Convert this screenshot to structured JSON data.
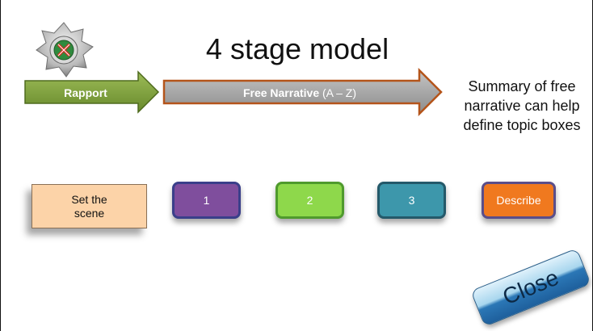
{
  "title": "4 stage model",
  "arrows": {
    "rapport": "Rapport",
    "free_narrative_bold": "Free Narrative",
    "free_narrative_rest": " (A – Z)"
  },
  "summary": "Summary of free narrative can help define topic boxes",
  "boxes": {
    "set_the_scene": "Set the scene",
    "topic1": "1",
    "topic2": "2",
    "topic3": "3",
    "describe": "Describe"
  },
  "close_label": "Close",
  "colors": {
    "rapport_green": "#7a9c3a",
    "narrative_grey": "#a6a6a6",
    "narrative_border": "#b4541a",
    "scene_peach": "#fcd3a8",
    "purple": "#7f4e9d",
    "green": "#8ed84b",
    "teal": "#3d97ab",
    "orange": "#f0791f",
    "badge_red": "#d52b1e",
    "badge_green": "#2f8a3e"
  },
  "icons": {
    "badge": "police-crest-icon",
    "close": "close-button"
  }
}
